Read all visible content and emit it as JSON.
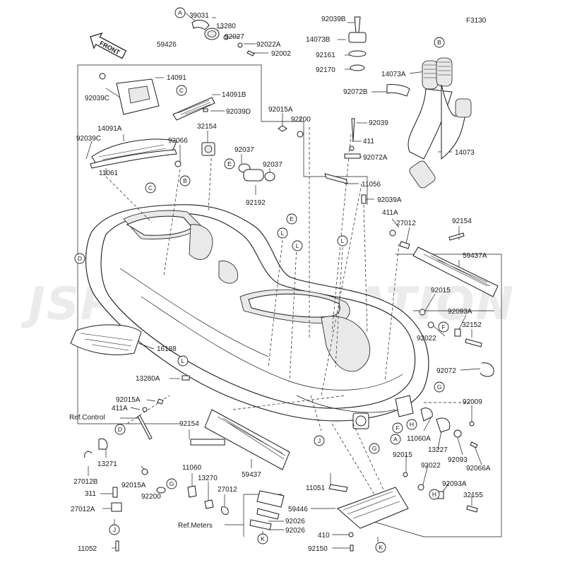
{
  "figure_code": "F3130",
  "front_label": "FRONT",
  "watermark": "JSP CORPORATION",
  "labels": {
    "p39031": "39031",
    "p13280": "13280",
    "p92027": "92027",
    "p92022A": "92022A",
    "p92002": "92002",
    "p59426": "59426",
    "p14091": "14091",
    "p92039C_a": "92039C",
    "p14091B": "14091B",
    "p92039D": "92039D",
    "p14091A": "14091A",
    "p92039C_b": "92039C",
    "p92066": "92066",
    "p11061": "11061",
    "p32154": "32154",
    "p92037_a": "92037",
    "p92037_b": "92037",
    "p92192": "92192",
    "p92015A_top": "92015A",
    "p92200_top": "92200",
    "p92039B": "92039B",
    "p14073B": "14073B",
    "p92161": "92161",
    "p92170": "92170",
    "p14073A": "14073A",
    "p92072B": "92072B",
    "p14073": "14073",
    "p92039": "92039",
    "p411": "411",
    "p92072A": "92072A",
    "p11056": "11056",
    "p92039A": "92039A",
    "p411A": "411A",
    "p27012_top": "27012",
    "p92154_right": "92154",
    "p59437A": "59437A",
    "p92015_r1": "92015",
    "p92093A_r1": "92093A",
    "p92022_r1": "92022",
    "p32152": "32152",
    "p16188": "16188",
    "p13280A": "13280A",
    "p92072": "92072",
    "p92015A_left": "92015A",
    "p411A_left": "411A",
    "ref_control": "Ref.Control",
    "p13271": "13271",
    "p27012B": "27012B",
    "p311": "311",
    "p27012A": "27012A",
    "p11052": "11052",
    "p92154_left": "92154",
    "p59437": "59437",
    "p92015A_bot": "92015A",
    "p92200_bot": "92200",
    "p11060": "11060",
    "p13270": "13270",
    "p27012_bot": "27012",
    "ref_meters": "Ref.Meters",
    "p92026_a": "92026",
    "p92026_b": "92026",
    "p11051": "11051",
    "p59446": "59446",
    "p410": "410",
    "p92150": "92150",
    "p92009": "92009",
    "p11060A": "11060A",
    "p13227": "13227",
    "p92093": "92093",
    "p92066A": "92066A",
    "p92015_r2": "92015",
    "p92022_r2": "92022",
    "p92093A_r2": "92093A",
    "p32155": "32155"
  },
  "callouts": {
    "A": "A",
    "B": "B",
    "C": "C",
    "D": "D",
    "E": "E",
    "F": "F",
    "G": "G",
    "H": "H",
    "J": "J",
    "K": "K",
    "L": "L"
  }
}
